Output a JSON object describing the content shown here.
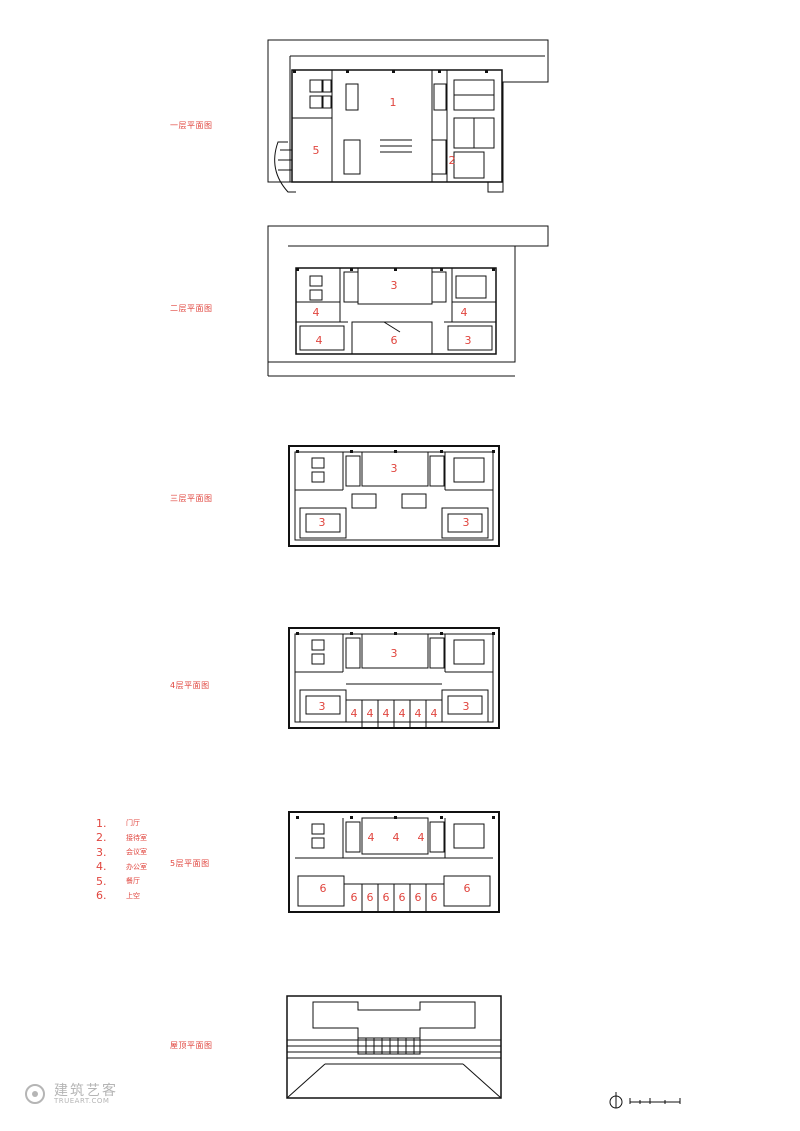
{
  "floors": [
    {
      "title": "一层平面图"
    },
    {
      "title": "二层平面图"
    },
    {
      "title": "三层平面图"
    },
    {
      "title": "4层平面图"
    },
    {
      "title": "5层平面图"
    },
    {
      "title": "屋顶平面图"
    }
  ],
  "room_labels": {
    "f1": [
      "1",
      "5",
      "2"
    ],
    "f2": [
      "3",
      "4",
      "4",
      "4",
      "3",
      "6"
    ],
    "f3": [
      "3",
      "3",
      "3"
    ],
    "f4": [
      "3",
      "3",
      "3",
      "4",
      "4",
      "4",
      "4",
      "4",
      "4"
    ],
    "f5": [
      "4",
      "4",
      "4",
      "6",
      "6",
      "6",
      "6",
      "6",
      "6",
      "6",
      "6"
    ]
  },
  "legend": [
    {
      "num": "1.",
      "label": "门厅"
    },
    {
      "num": "2.",
      "label": "接待室"
    },
    {
      "num": "3.",
      "label": "会议室"
    },
    {
      "num": "4.",
      "label": "办公室"
    },
    {
      "num": "5.",
      "label": "餐厅"
    },
    {
      "num": "6.",
      "label": "上空"
    }
  ],
  "watermark": {
    "main": "建筑艺客",
    "sub": "TRUEART.COM"
  },
  "colors": {
    "label": "#e0453e",
    "line": "#111111",
    "watermark": "#b5b5b5"
  }
}
